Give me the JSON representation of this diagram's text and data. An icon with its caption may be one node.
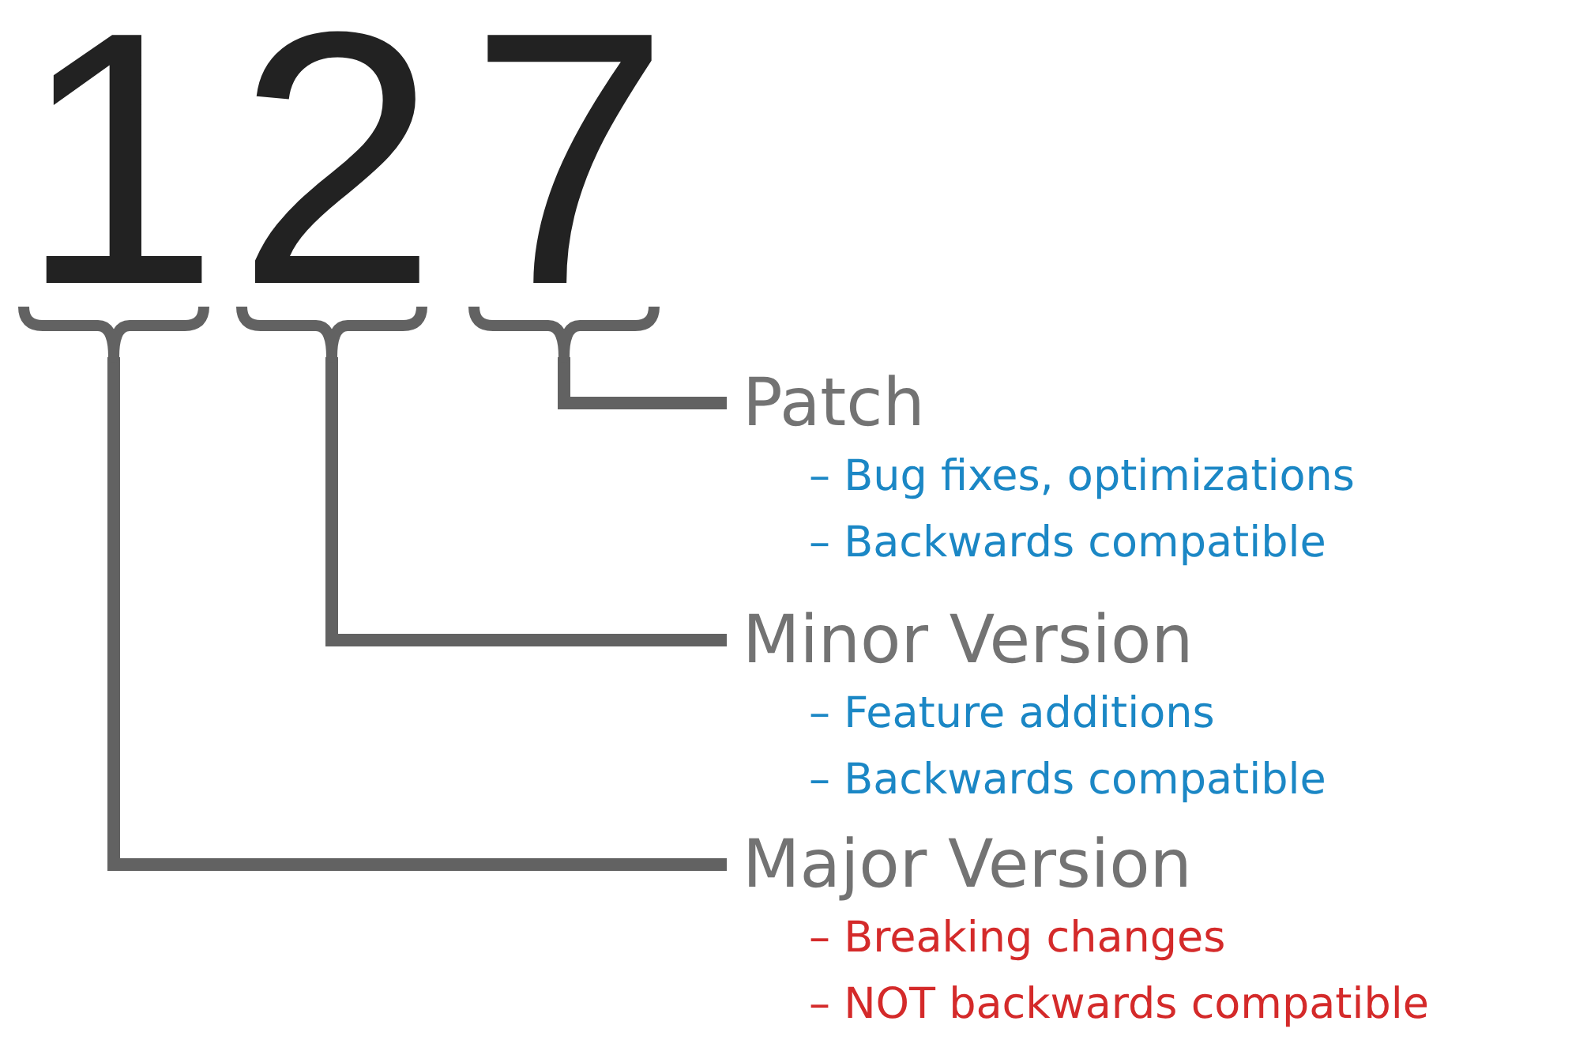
{
  "diagram": {
    "nodes": [
      {
        "text": [
          "1"
        ]
      },
      {
        "text": [
          "2"
        ]
      },
      {
        "text": [
          "7"
        ]
      },
      {
        "text": [
          "Patch",
          "– Bug fixes, optimizations",
          "– Backwards compatible"
        ]
      },
      {
        "text": [
          "Minor Version",
          "– Feature additions",
          "– Backwards compatible"
        ]
      },
      {
        "text": [
          "Major Version",
          "– Breaking changes",
          "– NOT backwards compatible"
        ]
      }
    ],
    "edges": [
      {
        "from": 3,
        "to": 2,
        "arrow": "none"
      },
      {
        "from": 4,
        "to": 1,
        "arrow": "none"
      },
      {
        "from": 5,
        "to": 0,
        "arrow": "none"
      }
    ]
  }
}
